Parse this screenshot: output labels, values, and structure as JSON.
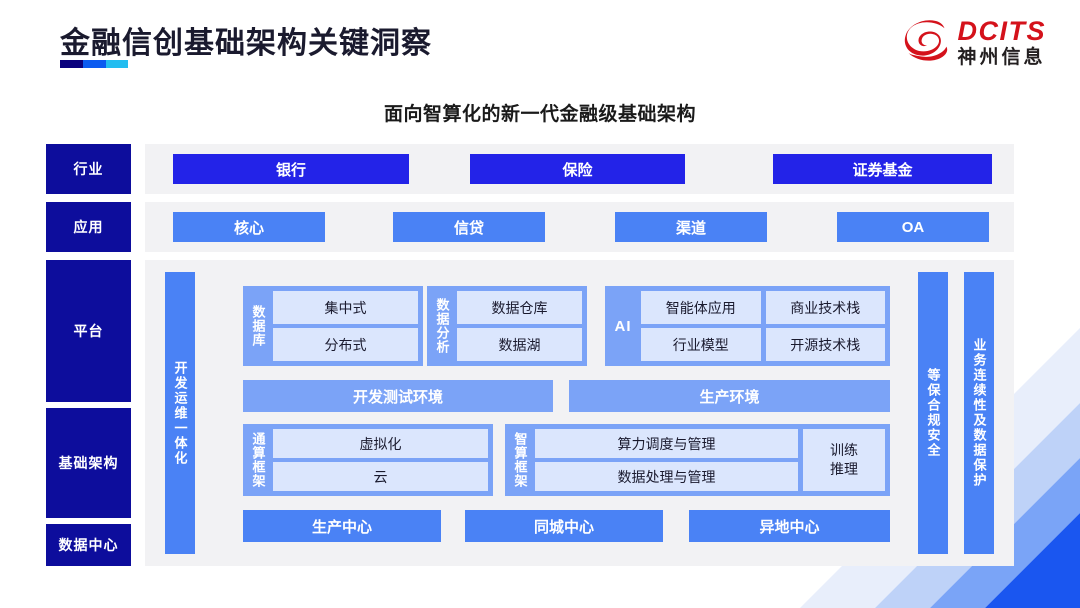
{
  "header": {
    "title": "金融信创基础架构关键洞察",
    "logo": {
      "en": "DCITS",
      "cn": "神州信息",
      "mark": "swirl-logo-icon"
    }
  },
  "subtitle": "面向智算化的新一代金融级基础架构",
  "colors": {
    "navy": "#0d0d9c",
    "industry_blue": "#2323e8",
    "app_blue": "#4a82f5",
    "group_blue": "#7ba3f7",
    "cell_blue": "#dbe6fd",
    "panel_grey": "#f2f2f4",
    "logo_red": "#d4121b",
    "accent_cyan": "#23bdf0"
  },
  "layers": {
    "industry": {
      "label": "行业",
      "items": [
        "银行",
        "保险",
        "证券基金"
      ]
    },
    "application": {
      "label": "应用",
      "items": [
        "核心",
        "信贷",
        "渠道",
        "OA"
      ]
    },
    "platform": {
      "label": "平台"
    },
    "infrastructure": {
      "label": "基础架构"
    },
    "datacenter": {
      "label": "数据中心"
    }
  },
  "vertical_bars": {
    "devops": "开发运维一体化",
    "security": "等保合规安全",
    "continuity": "业务连续性及数据保护"
  },
  "platform": {
    "database": {
      "label": "数据库",
      "items": [
        "集中式",
        "分布式"
      ]
    },
    "analytics": {
      "label": "数据分析",
      "items": [
        "数据仓库",
        "数据湖"
      ]
    },
    "ai": {
      "label": "AI",
      "row1": [
        "智能体应用",
        "商业技术栈"
      ],
      "row2": [
        "行业模型",
        "开源技术栈"
      ]
    },
    "environments": [
      "开发测试环境",
      "生产环境"
    ]
  },
  "infrastructure": {
    "general_compute": {
      "label": "通算框架",
      "items": [
        "虚拟化",
        "云"
      ]
    },
    "intelligent_compute": {
      "label": "智算框架",
      "items": [
        "算力调度与管理",
        "数据处理与管理"
      ],
      "side": {
        "line1": "训练",
        "line2": "推理"
      }
    }
  },
  "datacenters": [
    "生产中心",
    "同城中心",
    "异地中心"
  ]
}
